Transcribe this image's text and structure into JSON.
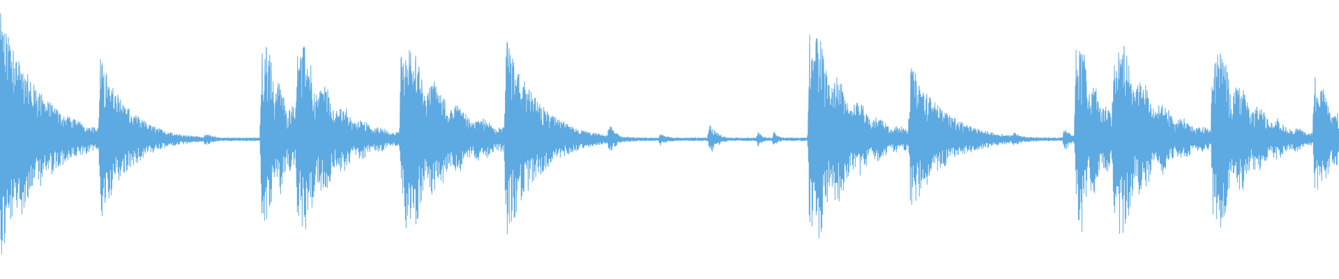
{
  "waveform": {
    "color": "#5DA9E1",
    "background": "#FFFFFF",
    "baseline_level": 0.012,
    "events": [
      {
        "t": 0.0,
        "peak": 0.97,
        "decay": 0.03,
        "grains": 1
      },
      {
        "t": 0.075,
        "peak": 0.62,
        "decay": 0.022,
        "grains": 1
      },
      {
        "t": 0.111,
        "peak": 0.04,
        "decay": 0.01,
        "grains": 1
      },
      {
        "t": 0.153,
        "peak": 0.05,
        "decay": 0.008,
        "grains": 1
      },
      {
        "t": 0.196,
        "peak": 0.9,
        "decay": 0.018,
        "grains": 3
      },
      {
        "t": 0.222,
        "peak": 0.88,
        "decay": 0.028,
        "grains": 3
      },
      {
        "t": 0.3,
        "peak": 0.91,
        "decay": 0.035,
        "grains": 3
      },
      {
        "t": 0.378,
        "peak": 0.78,
        "decay": 0.024,
        "grains": 1
      },
      {
        "t": 0.42,
        "peak": 0.04,
        "decay": 0.01,
        "grains": 1
      },
      {
        "t": 0.455,
        "peak": 0.12,
        "decay": 0.006,
        "grains": 1
      },
      {
        "t": 0.493,
        "peak": 0.05,
        "decay": 0.007,
        "grains": 1
      },
      {
        "t": 0.53,
        "peak": 0.13,
        "decay": 0.006,
        "grains": 1
      },
      {
        "t": 0.566,
        "peak": 0.06,
        "decay": 0.004,
        "grains": 1
      },
      {
        "t": 0.578,
        "peak": 0.06,
        "decay": 0.004,
        "grains": 1
      },
      {
        "t": 0.605,
        "peak": 0.98,
        "decay": 0.03,
        "grains": 3
      },
      {
        "t": 0.68,
        "peak": 0.57,
        "decay": 0.026,
        "grains": 1
      },
      {
        "t": 0.718,
        "peak": 0.03,
        "decay": 0.008,
        "grains": 1
      },
      {
        "t": 0.757,
        "peak": 0.06,
        "decay": 0.008,
        "grains": 1
      },
      {
        "t": 0.795,
        "peak": 0.1,
        "decay": 0.005,
        "grains": 1
      },
      {
        "t": 0.804,
        "peak": 0.9,
        "decay": 0.018,
        "grains": 3
      },
      {
        "t": 0.832,
        "peak": 0.92,
        "decay": 0.03,
        "grains": 3
      },
      {
        "t": 0.906,
        "peak": 0.86,
        "decay": 0.028,
        "grains": 3
      },
      {
        "t": 0.982,
        "peak": 0.58,
        "decay": 0.016,
        "grains": 2
      }
    ]
  }
}
